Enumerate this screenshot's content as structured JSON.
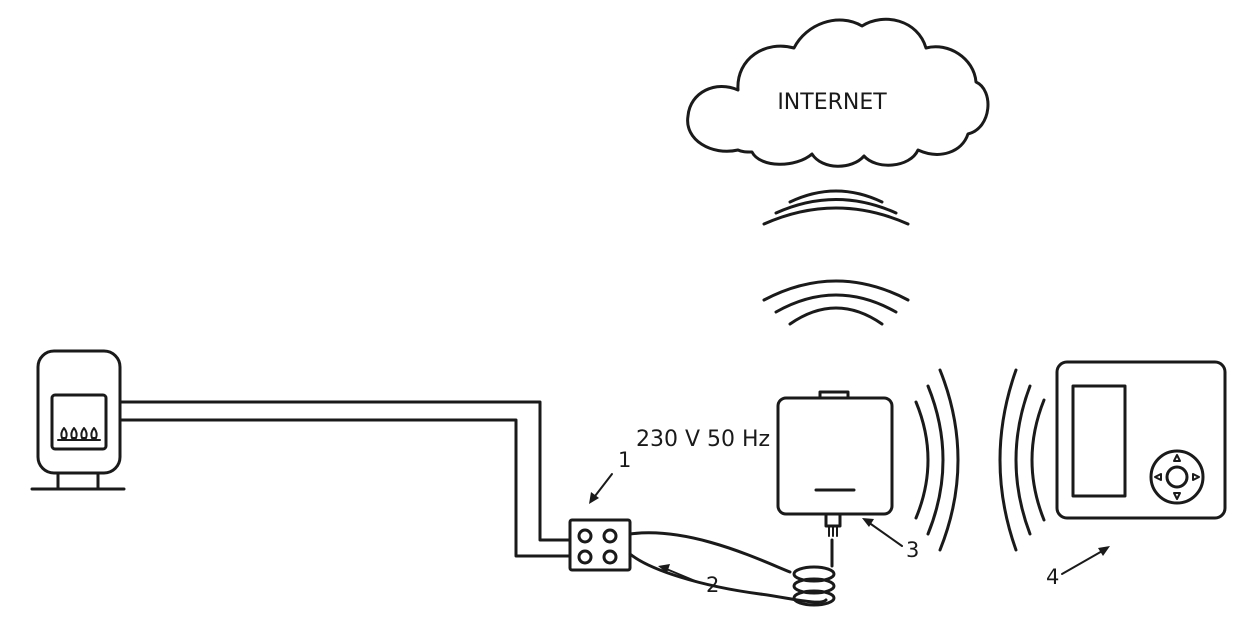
{
  "cloud": {
    "label": "INTERNET"
  },
  "power_label": "230 V 50 Hz",
  "callouts": [
    "1",
    "2",
    "3",
    "4"
  ],
  "icons": {
    "cloud": "cloud-icon",
    "boiler": "boiler-icon",
    "flame": "flame-icon",
    "junction_box": "junction-box-icon",
    "gateway": "gateway-icon",
    "thermostat": "thermostat-icon",
    "dpad": "dpad-icon",
    "wifi": "wireless-waves-icon"
  }
}
